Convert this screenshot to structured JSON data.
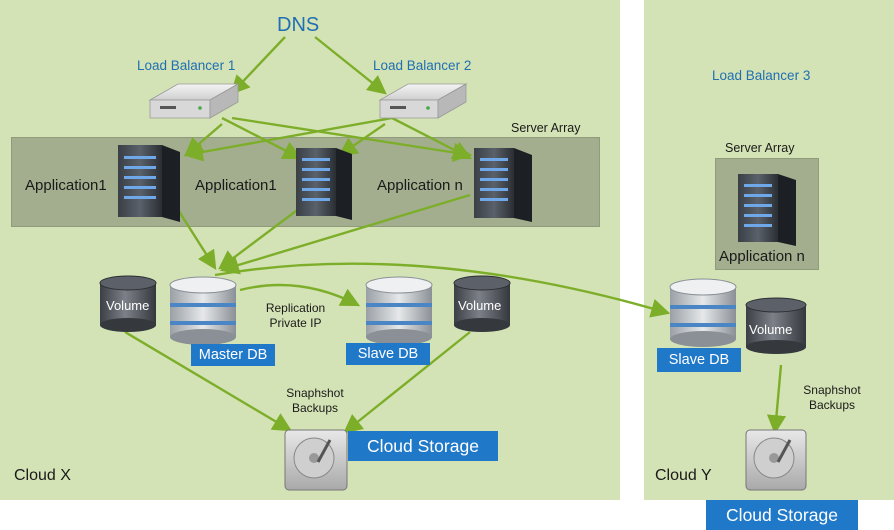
{
  "title": "DNS",
  "cloud_x": {
    "name": "Cloud X",
    "load_balancers": [
      "Load Balancer 1",
      "Load Balancer 2"
    ],
    "server_array_label": "Server Array",
    "applications": [
      "Application1",
      "Application1",
      "Application n"
    ],
    "volume_left": "Volume",
    "master_db": "Master DB",
    "replication": "Replication\nPrivate IP",
    "slave_db": "Slave DB",
    "volume_right": "Volume",
    "snapshot": "Snaphshot\nBackups",
    "cloud_storage": "Cloud Storage"
  },
  "cloud_y": {
    "name": "Cloud Y",
    "load_balancer": "Load Balancer 3",
    "server_array_label": "Server Array",
    "application": "Application n",
    "slave_db": "Slave DB",
    "volume": "Volume",
    "snapshot": "Snaphshot\nBackups",
    "cloud_storage": "Cloud Storage"
  },
  "colors": {
    "cloud_bg": "#d4e3b5",
    "arrow": "#7dae2a",
    "badge": "#1f78c8",
    "accent_text": "#1f6fb3"
  }
}
